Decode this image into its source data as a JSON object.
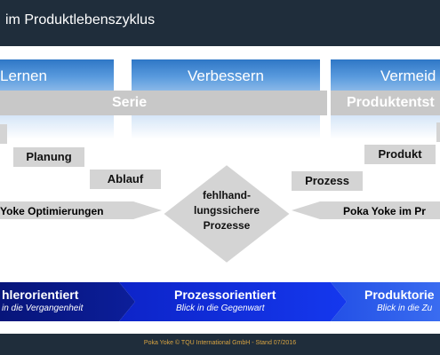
{
  "title": "im Produktlebenszyklus",
  "columns": [
    "Lernen",
    "Verbessern",
    "Vermeid"
  ],
  "bands": {
    "left": "Serie",
    "right": "Produktentst"
  },
  "boxes": {
    "planung": "Planung",
    "ablauf": "Ablauf",
    "prozess": "Prozess",
    "produkt": "Produkt"
  },
  "arrows": {
    "left": "Yoke Optimierungen",
    "right": "Poka Yoke im Pr"
  },
  "diamond": [
    "fehlhand-",
    "lungssichere",
    "Prozesse"
  ],
  "chevrons": [
    {
      "label": "hlerorientiert",
      "sub": "in die Vergangenheit"
    },
    {
      "label": "Prozessorientiert",
      "sub": "Blick in die Gegenwart"
    },
    {
      "label": "Produktorie",
      "sub": "Blick in die Zu"
    }
  ],
  "footer": "Poka Yoke  © TQU International GmbH - Stand 07/2016",
  "colors": {
    "dark": "#1f2d3b",
    "blue": "#2f77c6",
    "chevron_dark": "#0b1a8c",
    "chevron_mid": "#1332e0",
    "chevron_right": "#2a5ae8",
    "footer_text": "#d9a441"
  }
}
